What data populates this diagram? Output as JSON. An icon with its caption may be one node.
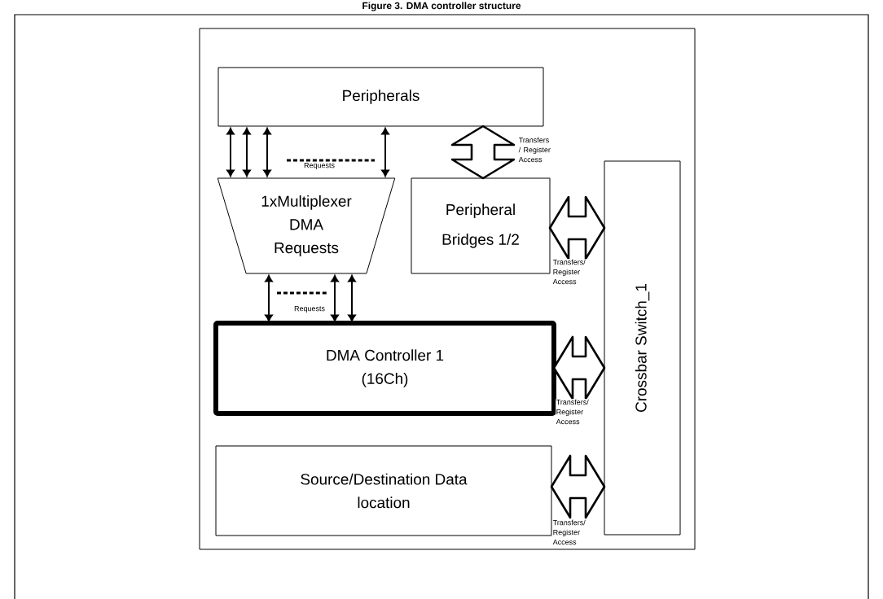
{
  "diagram": {
    "title": "Figure 3. DMA controller structure",
    "nodes": [
      {
        "text": [
          "Peripherals"
        ]
      },
      {
        "text": [
          "1xMultiplexer DMA Requests"
        ]
      },
      {
        "text": [
          "Peripheral Bridges 1/2"
        ]
      },
      {
        "text": [
          "DMA Controller 1 (16Ch)"
        ]
      },
      {
        "text": [
          "Source/Destination Data location"
        ]
      },
      {
        "text": [
          "Crossbar Switch_1"
        ]
      }
    ],
    "edges": [
      {
        "from": 0,
        "to": 1,
        "arrow": "both"
      },
      {
        "from": 0,
        "to": 1,
        "arrow": "both"
      },
      {
        "from": 0,
        "to": 1,
        "arrow": "both"
      },
      {
        "from": 0,
        "to": 1,
        "arrow": "both"
      },
      {
        "from": 1,
        "to": 3,
        "arrow": "both"
      },
      {
        "from": 1,
        "to": 3,
        "arrow": "both"
      },
      {
        "from": 1,
        "to": 3,
        "arrow": "both"
      },
      {
        "from": 0,
        "to": 2,
        "arrow": "both",
        "style": "thick",
        "label": "Transfers / Register Access"
      },
      {
        "from": 2,
        "to": 5,
        "arrow": "both",
        "style": "thick",
        "label": "Transfers/ Register Access"
      },
      {
        "from": 3,
        "to": 5,
        "arrow": "both",
        "style": "thick",
        "label": "Transfers/ Register Access"
      },
      {
        "from": 4,
        "to": 5,
        "arrow": "both",
        "style": "thick",
        "label": "Transfers/ Register Access"
      }
    ],
    "labels": [
      "Requests",
      "Requests"
    ]
  }
}
